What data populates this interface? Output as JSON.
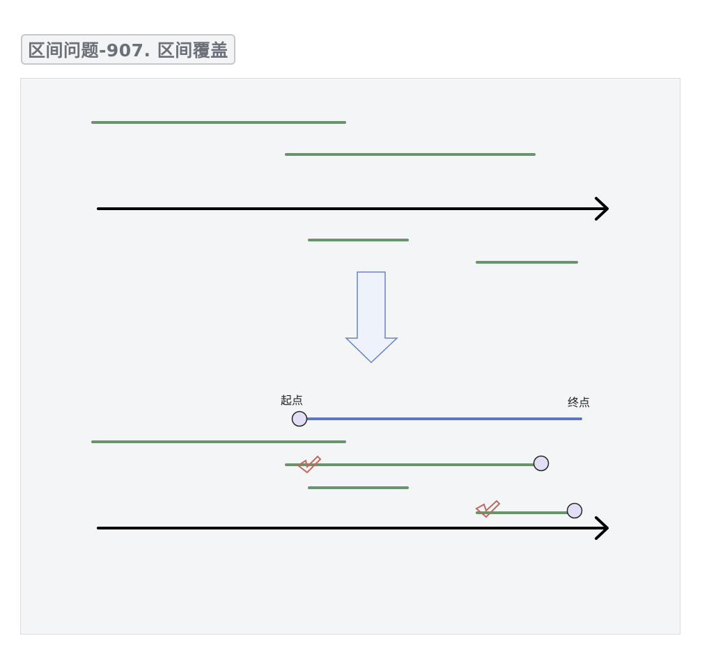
{
  "title": "区间问题-907. 区间覆盖",
  "labels": {
    "start": "起点",
    "end": "终点"
  },
  "colors": {
    "interval": "#679469",
    "target": "#5b77c4",
    "axis": "#000000",
    "arrow_stroke": "#6a80c6",
    "arrow_fill": "#eef2fb",
    "endpoint_fill": "#e2def6",
    "check": "#c2675d"
  },
  "icons": [
    "down-arrow-icon",
    "checkmark-icon",
    "endpoint-circle-icon",
    "axis-arrowhead-icon"
  ]
}
